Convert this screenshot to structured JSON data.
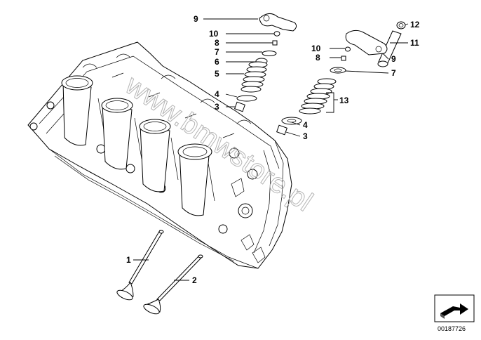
{
  "diagram_id": "00187726",
  "watermark": "www.bmwstore.pl",
  "callouts": [
    "1",
    "2",
    "3",
    "3",
    "4",
    "4",
    "5",
    "6",
    "7",
    "7",
    "8",
    "8",
    "9",
    "9",
    "10",
    "10",
    "11",
    "12",
    "13"
  ],
  "icons": [
    "cylinder-head-drawing",
    "intake-valve",
    "exhaust-valve",
    "valve-spring",
    "rocker-arm",
    "orientation-arrow-icon"
  ]
}
